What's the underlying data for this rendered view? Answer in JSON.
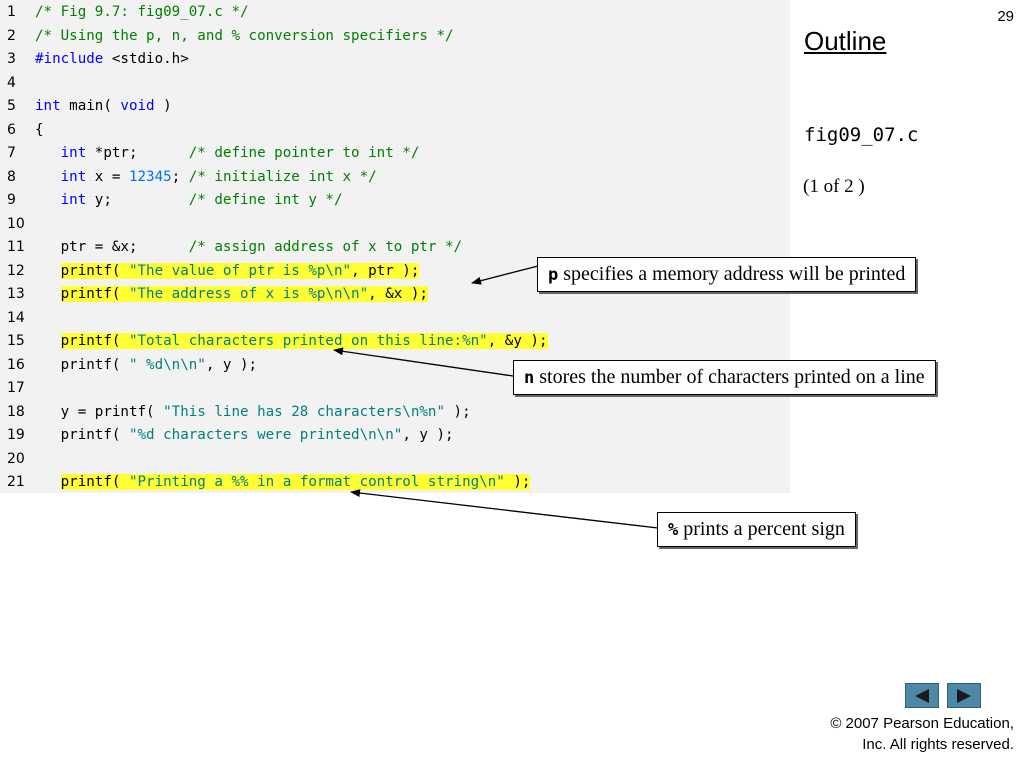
{
  "slide": {
    "page_number": "29",
    "outline_title": "Outline",
    "file_name": "fig09_07.c",
    "page_part": "(1 of 2 )"
  },
  "code": {
    "lines": [
      {
        "n": "1",
        "code": "/* Fig 9.7: fig09_07.c */"
      },
      {
        "n": "2",
        "code": "/* Using the p, n, and % conversion specifiers */"
      },
      {
        "n": "3",
        "code": "#include <stdio.h>"
      },
      {
        "n": "4",
        "code": ""
      },
      {
        "n": "5",
        "code": "int main( void )"
      },
      {
        "n": "6",
        "code": "{"
      },
      {
        "n": "7",
        "code": "   int *ptr;      /* define pointer to int */"
      },
      {
        "n": "8",
        "code": "   int x = 12345; /* initialize int x */"
      },
      {
        "n": "9",
        "code": "   int y;         /* define int y */"
      },
      {
        "n": "10",
        "code": ""
      },
      {
        "n": "11",
        "code": "   ptr = &x;      /* assign address of x to ptr */"
      },
      {
        "n": "12",
        "code": "   printf( \"The value of ptr is %p\\n\", ptr );"
      },
      {
        "n": "13",
        "code": "   printf( \"The address of x is %p\\n\\n\", &x );"
      },
      {
        "n": "14",
        "code": ""
      },
      {
        "n": "15",
        "code": "   printf( \"Total characters printed on this line:%n\", &y );"
      },
      {
        "n": "16",
        "code": "   printf( \" %d\\n\\n\", y );"
      },
      {
        "n": "17",
        "code": ""
      },
      {
        "n": "18",
        "code": "   y = printf( \"This line has 28 characters\\n%n\" );"
      },
      {
        "n": "19",
        "code": "   printf( \"%d characters were printed\\n\\n\", y );"
      },
      {
        "n": "20",
        "code": ""
      },
      {
        "n": "21",
        "code": "   printf( \"Printing a %% in a format control string\\n\" );"
      }
    ]
  },
  "callouts": {
    "p": {
      "spec": "p",
      "text": " specifies a memory address will be printed"
    },
    "n": {
      "spec": "n",
      "text": " stores the number of characters printed on a line"
    },
    "pct": {
      "spec": "%",
      "text": " prints a percent sign"
    }
  },
  "footer": {
    "copyright_line1": "© 2007 Pearson Education,",
    "copyright_line2": "Inc.  All rights reserved."
  },
  "nav": {
    "prev_icon": "triangle-left-icon",
    "next_icon": "triangle-right-icon",
    "button_color": "#4f87a7"
  },
  "colors": {
    "panel_bg": "#f2f2f2",
    "comment": "#008000",
    "keyword": "#0000ff",
    "string": "#008080",
    "highlight": "#ffff33"
  }
}
